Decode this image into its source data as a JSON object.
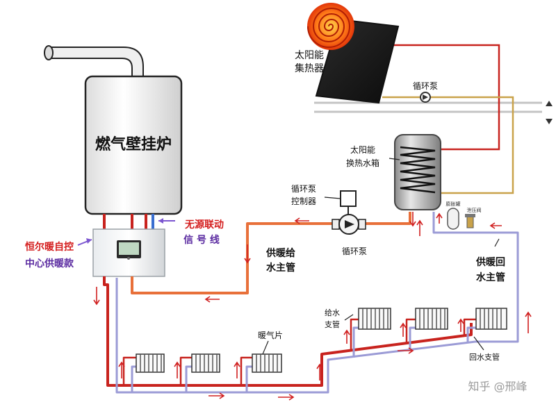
{
  "labels": {
    "boiler": "燃气壁挂炉",
    "solar_collector_line1": "太阳能",
    "solar_collector_line2": "集热器",
    "solar_pump": "循环泵",
    "tank_line1": "太阳能",
    "tank_line2": "换热水箱",
    "pump_controller_line1": "循环泵",
    "pump_controller_line2": "控制器",
    "main_pump": "循环泵",
    "wireless_line1": "无源联动",
    "wireless_line2": "信 号 线",
    "controller_line1": "恒尔暖自控",
    "controller_line2": "中心供暖款",
    "supply_main_line1": "供暖给",
    "supply_main_line2": "水主管",
    "return_main_line1": "供暖回",
    "return_main_line2": "水主管",
    "supply_branch_line1": "给水",
    "supply_branch_line2": "支管",
    "radiator": "暖气片",
    "return_branch": "回水支管",
    "expansion_tank": "膨胀罐",
    "relief_valve": "泄压阀",
    "watermark": "知乎 @邢峰"
  },
  "colors": {
    "supply": "#c8231e",
    "supply_light": "#e8703a",
    "return": "#9b9bd6",
    "solar_return": "#c9a24a",
    "label_red": "#d41d1d",
    "label_purple": "#5a2aa0",
    "arrow_red": "#d02020"
  }
}
